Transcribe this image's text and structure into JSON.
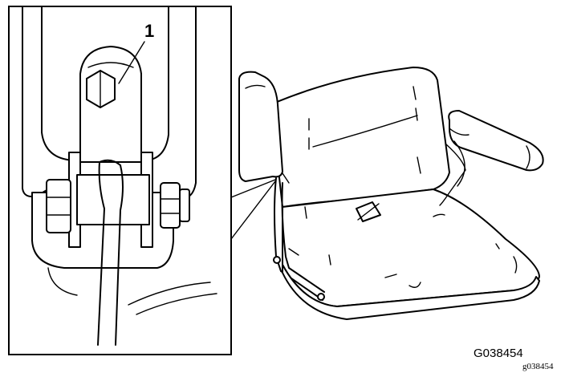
{
  "figure": {
    "callouts": [
      {
        "number": "1"
      }
    ],
    "figure_id": "G038454",
    "file_id": "g038454"
  }
}
